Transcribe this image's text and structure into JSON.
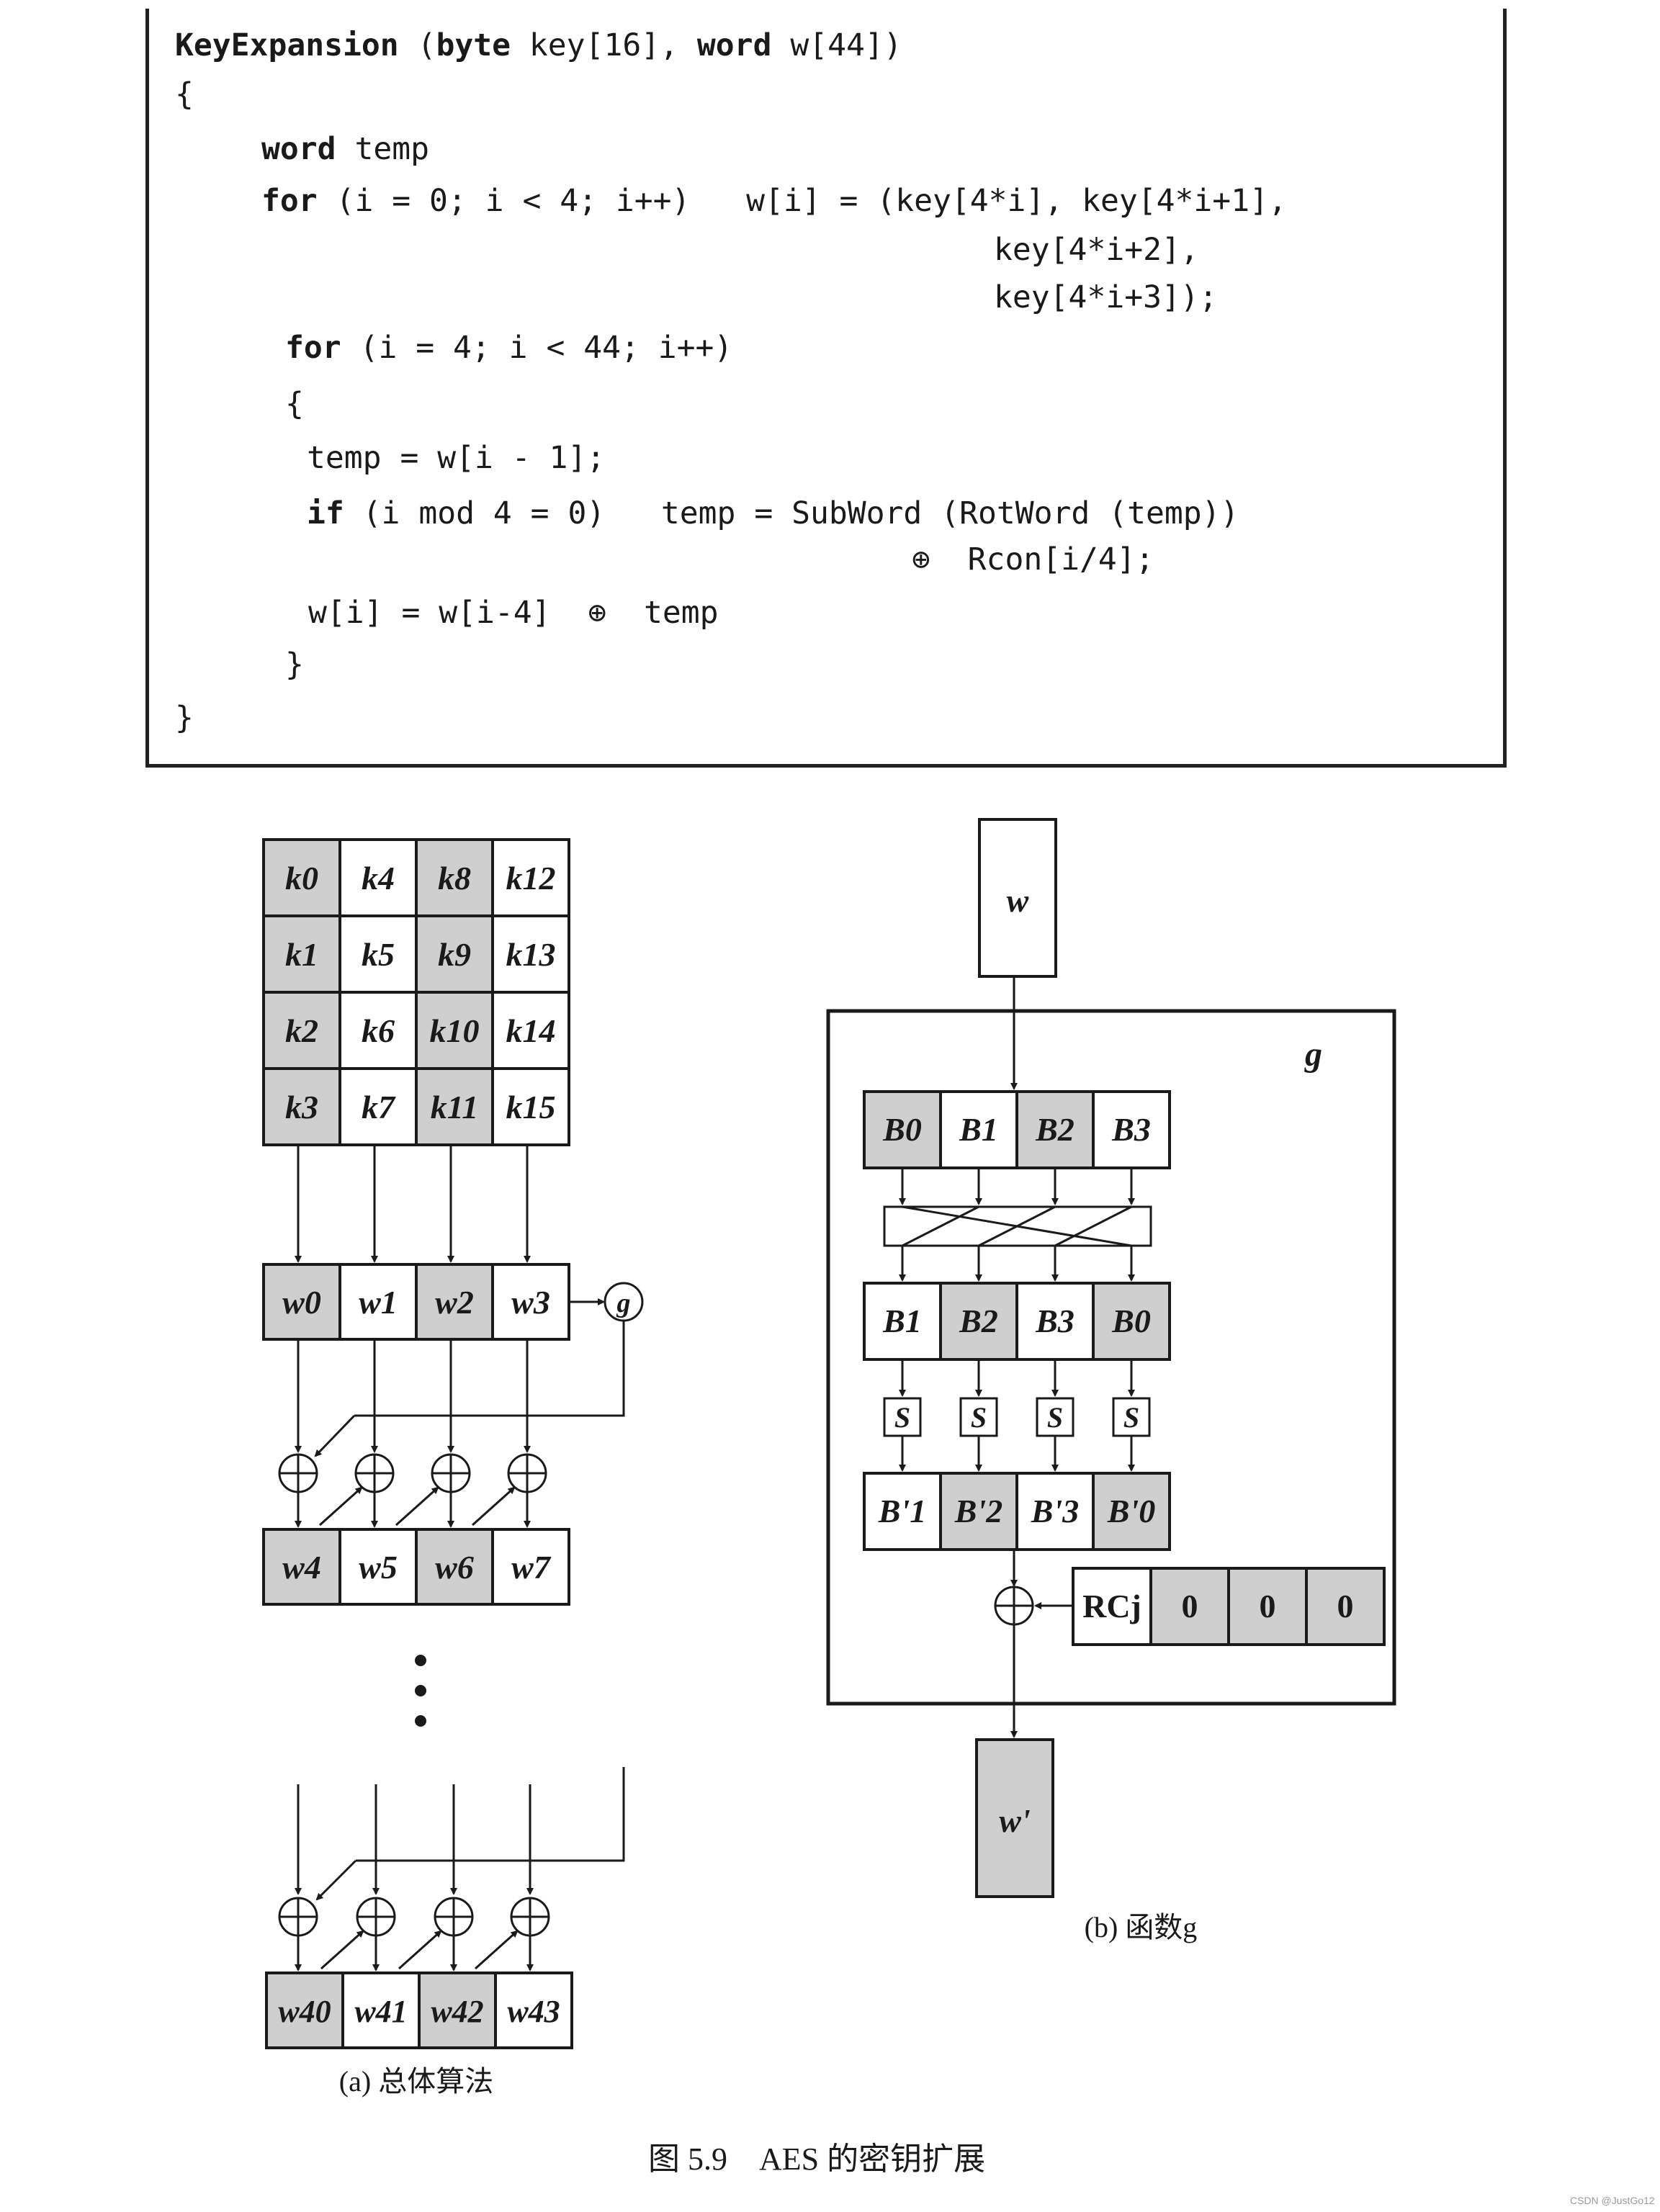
{
  "code": {
    "line1_name": "KeyExpansion",
    "line1_open": " (",
    "line1_kw1": "byte",
    "line1_mid": " key[16], ",
    "line1_kw2": "word",
    "line1_end": " w[44])",
    "brace_open": "{",
    "line3_kw": "word",
    "line3_rest": " temp",
    "line4_kw": "for",
    "line4_rest": " (i = 0; i < 4; i++)   w[i] = (key[4*i], key[4*i+1],",
    "line5": "key[4*i+2],",
    "line6": "key[4*i+3]);",
    "line7_kw": "for",
    "line7_rest": " (i = 4; i < 44; i++)",
    "inner_open": "{",
    "line9": "temp = w[i - 1];",
    "line10_kw": "if",
    "line10_rest": " (i mod 4 = 0)   temp = SubWord (RotWord (temp))",
    "line11": "⊕  Rcon[i/4];",
    "line12": "w[i] = w[i-4]  ⊕  temp",
    "inner_close": "}",
    "brace_close": "}"
  },
  "diagram_a": {
    "key_matrix": [
      [
        "k0",
        "k4",
        "k8",
        "k12"
      ],
      [
        "k1",
        "k5",
        "k9",
        "k13"
      ],
      [
        "k2",
        "k6",
        "k10",
        "k14"
      ],
      [
        "k3",
        "k7",
        "k11",
        "k15"
      ]
    ],
    "w_row1": [
      "w0",
      "w1",
      "w2",
      "w3"
    ],
    "g_label": "g",
    "w_row2": [
      "w4",
      "w5",
      "w6",
      "w7"
    ],
    "w_last": [
      "w40",
      "w41",
      "w42",
      "w43"
    ],
    "caption": "(a) 总体算法"
  },
  "diagram_b": {
    "input": "w",
    "g_label": "g",
    "bytes": [
      "B0",
      "B1",
      "B2",
      "B3"
    ],
    "rotated": [
      "B1",
      "B2",
      "B3",
      "B0"
    ],
    "sbox": "S",
    "substituted": [
      "B'1",
      "B'2",
      "B'3",
      "B'0"
    ],
    "rcon": [
      "RCj",
      "0",
      "0",
      "0"
    ],
    "output": "w'",
    "caption": "(b) 函数g"
  },
  "figure_caption": "图 5.9    AES 的密钥扩展",
  "watermark": "CSDN @JustGo12",
  "colors": {
    "shade": "#cfcfcf",
    "ink": "#1a1a1a"
  }
}
